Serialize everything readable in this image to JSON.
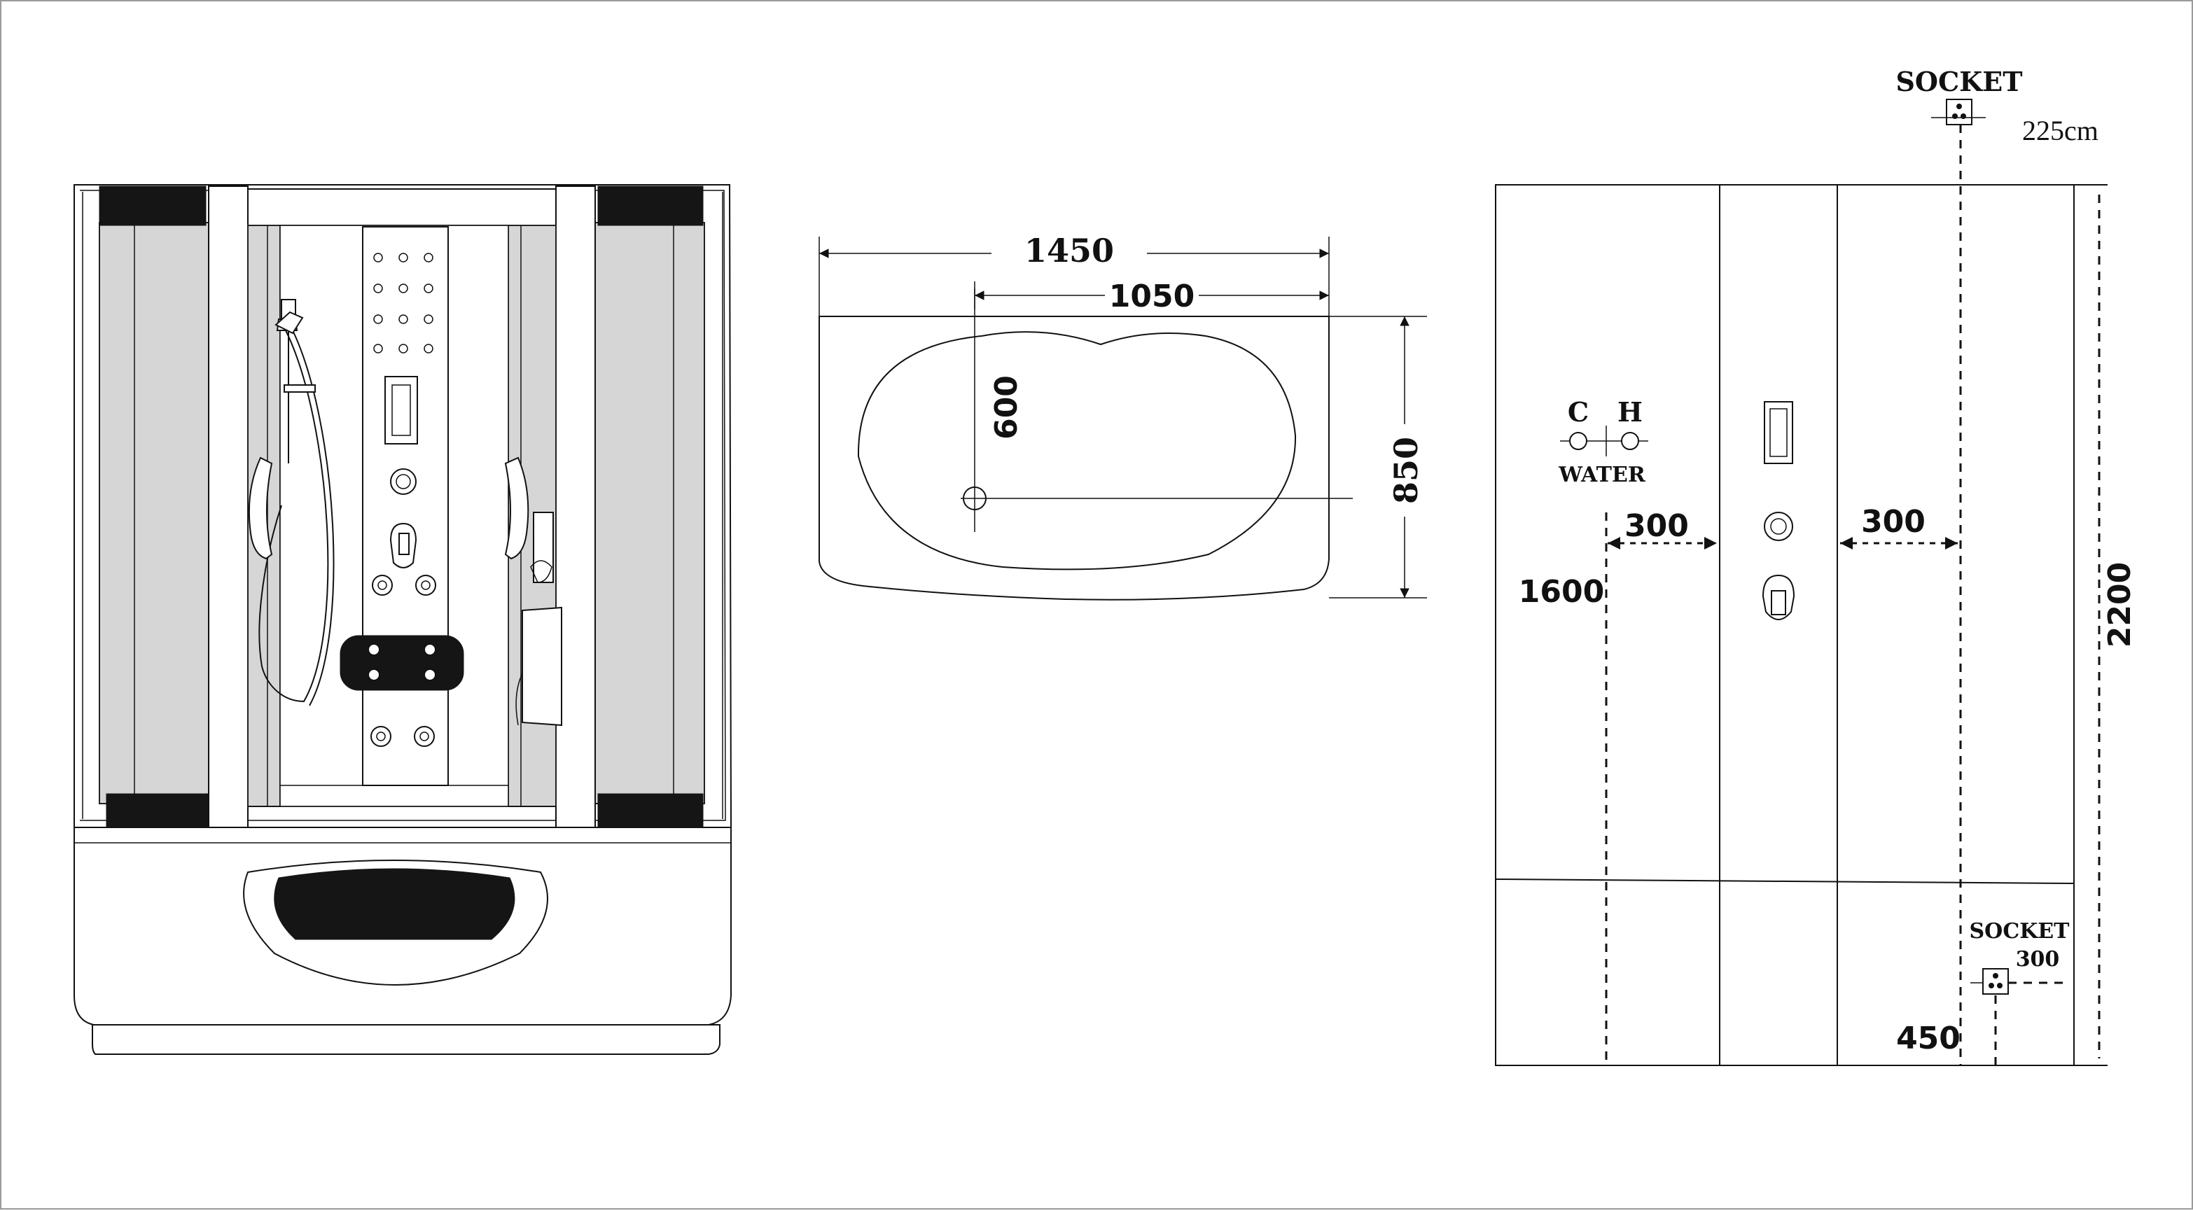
{
  "plan": {
    "width_total": "1450",
    "width_inner": "1050",
    "depth_inner": "600",
    "depth_total": "850"
  },
  "elevation": {
    "socket_top_label": "SOCKET",
    "socket_top_height": "225cm",
    "water_cold": "C",
    "water_hot": "H",
    "water_label": "WATER",
    "offset_left": "300",
    "offset_right": "300",
    "water_height": "1600",
    "total_height": "2200",
    "socket_bottom_label": "SOCKET",
    "socket_bottom_height": "300",
    "socket_bottom_offset": "450"
  },
  "icons": {
    "socket": "socket-icon",
    "drain": "drain-icon",
    "valve": "valve-icon"
  }
}
